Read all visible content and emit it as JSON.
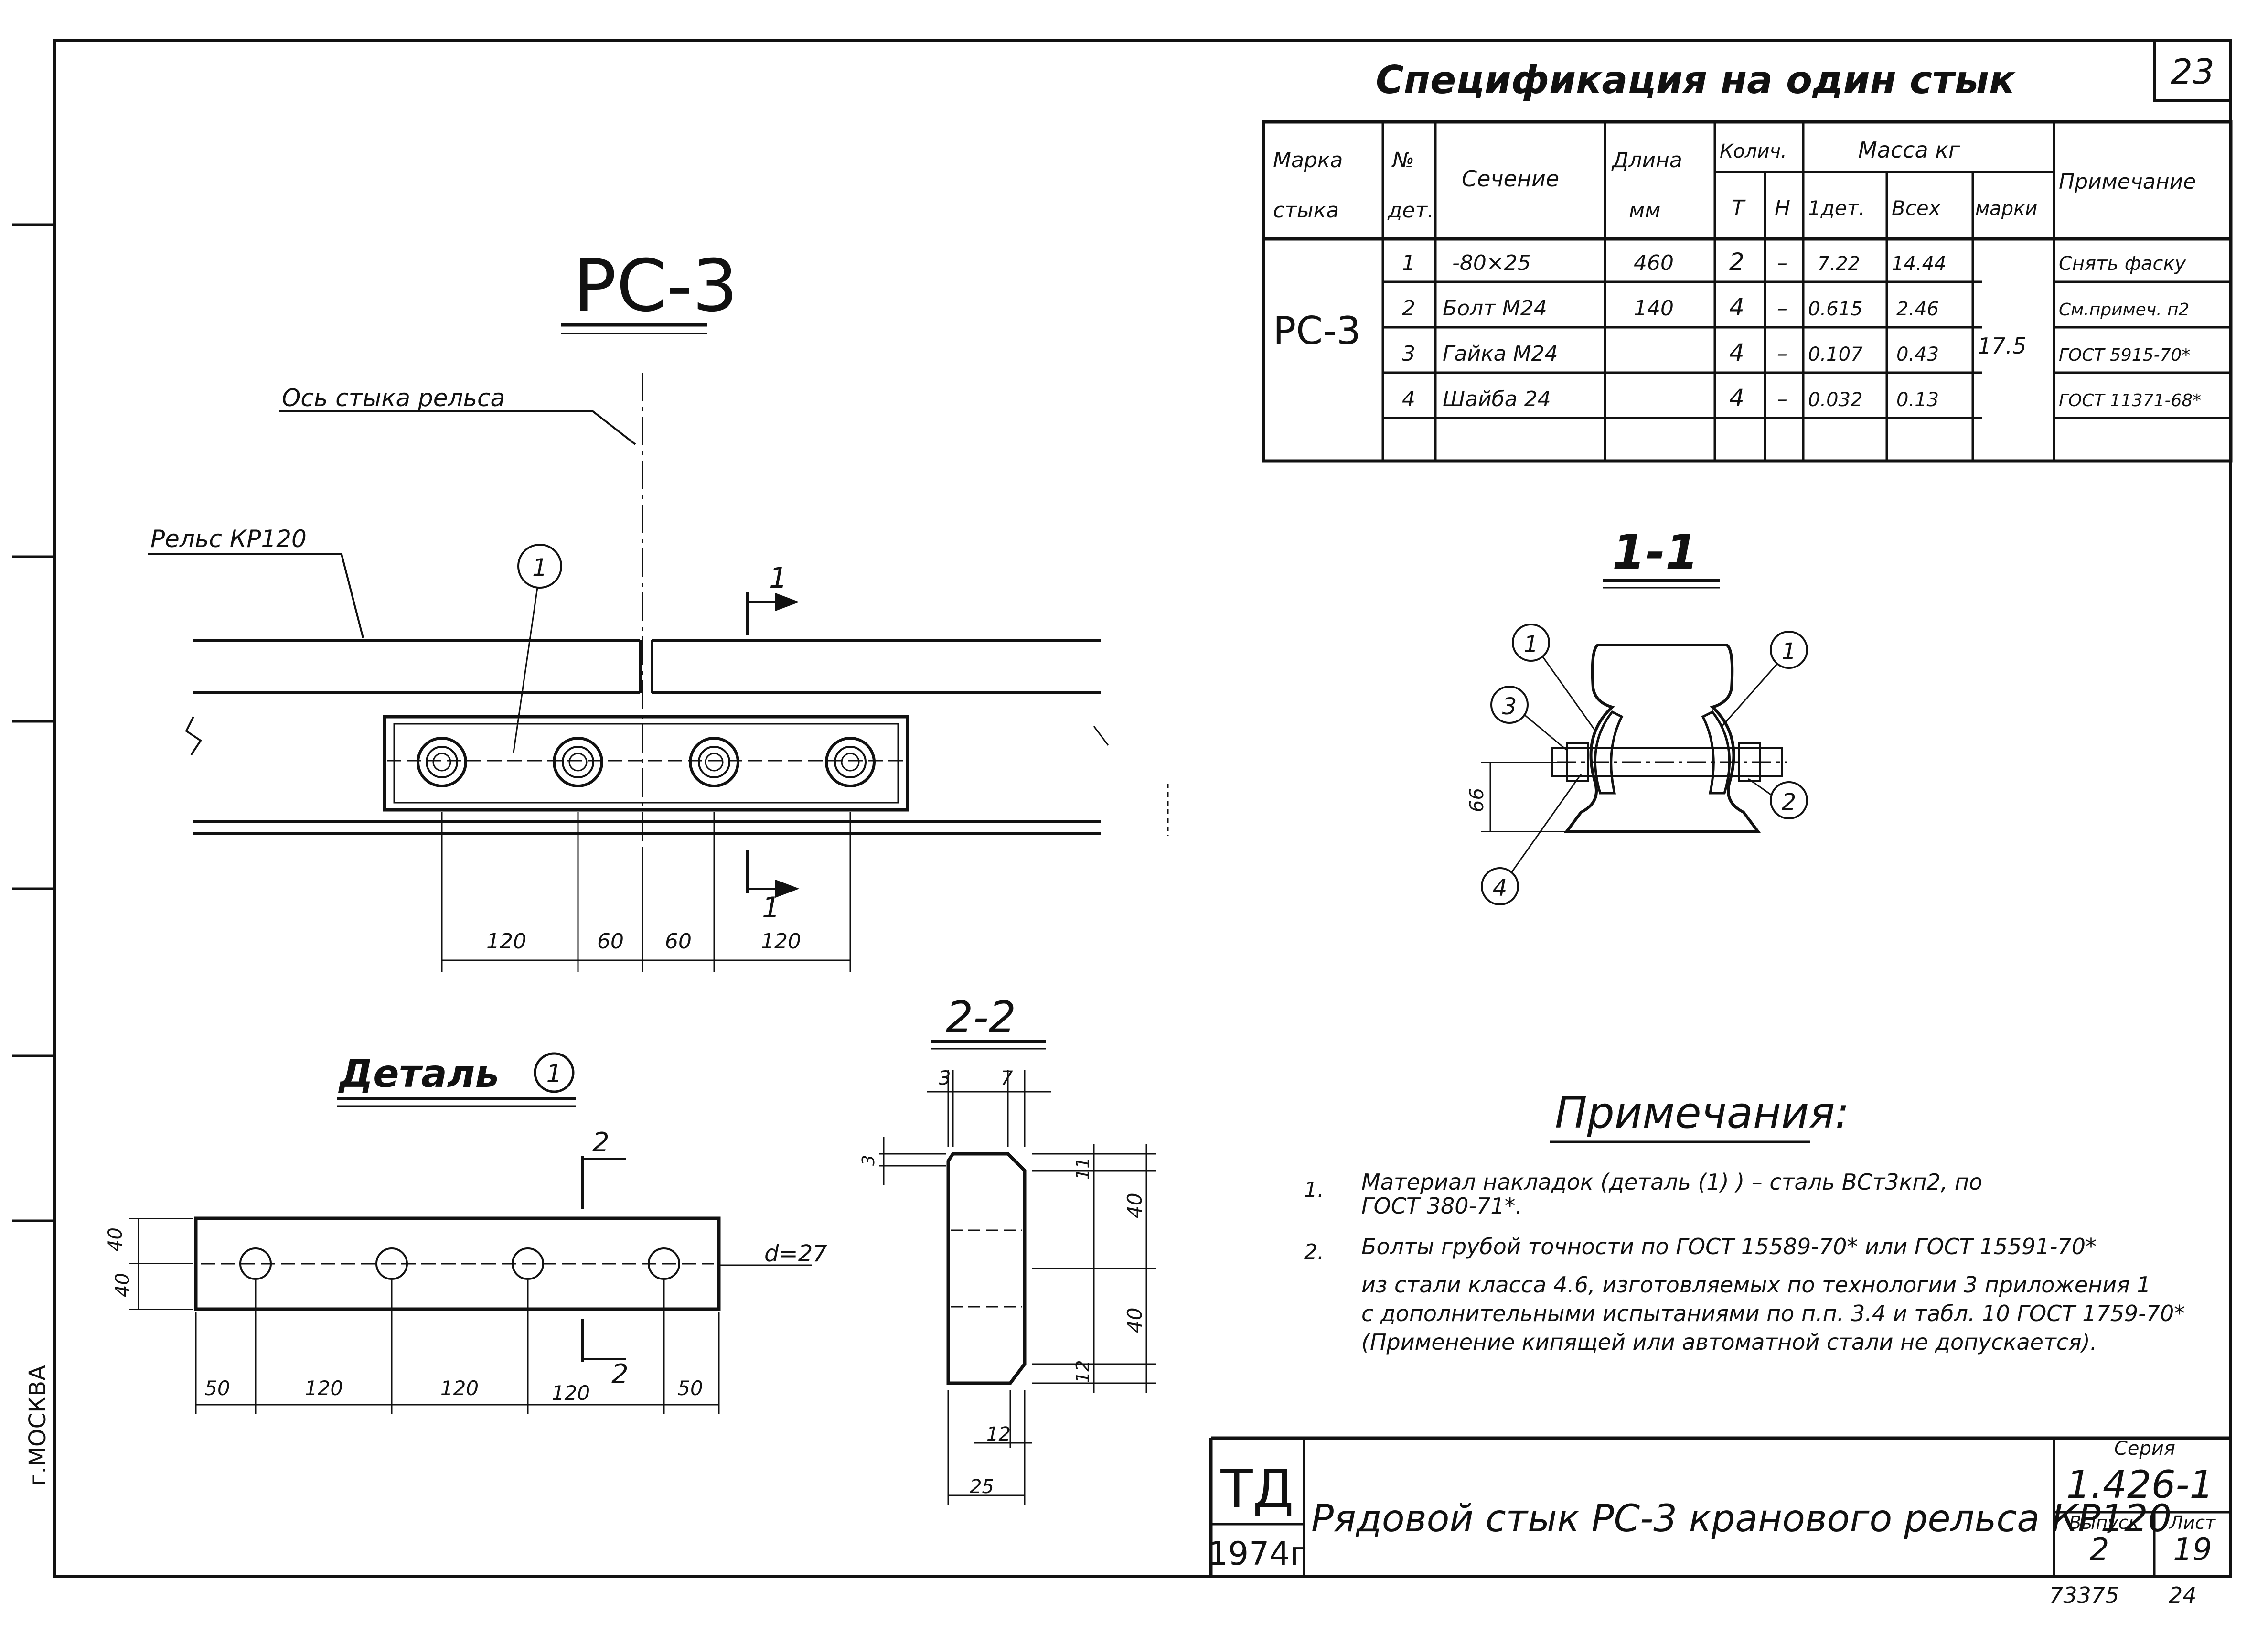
{
  "sheet_number_top": "23",
  "spec": {
    "title": "Спецификация на один стык",
    "headers": {
      "mark": [
        "Марка",
        "стыка"
      ],
      "num": [
        "№",
        "дет."
      ],
      "section": "Сечение",
      "length": [
        "Длина",
        "мм"
      ],
      "qty": "Колич.",
      "qty_t": "Т",
      "qty_n": "Н",
      "mass": "Масса кг",
      "mass_1": "1дет.",
      "mass_all": "Всех",
      "mass_mark": "марки",
      "note": "Примечание"
    },
    "mark_value": "РС-3",
    "mark_total_mass": "17.5",
    "rows": [
      {
        "num": "1",
        "section": "-80×25",
        "length": "460",
        "t": "2",
        "n": "–",
        "m1": "7.22",
        "mall": "14.44",
        "note": "Снять фаску"
      },
      {
        "num": "2",
        "section": "Болт М24",
        "length": "140",
        "t": "4",
        "n": "–",
        "m1": "0.615",
        "mall": "2.46",
        "note": "См.примеч. п2"
      },
      {
        "num": "3",
        "section": "Гайка М24",
        "length": "",
        "t": "4",
        "n": "–",
        "m1": "0.107",
        "mall": "0.43",
        "note": "ГОСТ 5915-70*"
      },
      {
        "num": "4",
        "section": "Шайба 24",
        "length": "",
        "t": "4",
        "n": "–",
        "m1": "0.032",
        "mall": "0.13",
        "note": "ГОСТ 11371-68*"
      }
    ]
  },
  "main_view": {
    "title": "РС-3",
    "axis_label": "Ось стыка рельса",
    "rail_label": "Рельс КР120",
    "callout": "1",
    "section_mark": "1",
    "dims": [
      "120",
      "60",
      "60",
      "120"
    ]
  },
  "section_1_1": {
    "title": "1-1",
    "callouts": [
      "1",
      "1",
      "3",
      "2",
      "4"
    ],
    "dim": "66"
  },
  "detail": {
    "title": "Деталь",
    "callout": "1",
    "section_mark": "2",
    "hole_label": "d=27",
    "dims_h": [
      "50",
      "120",
      "120",
      "120",
      "50"
    ],
    "dims_v": [
      "40",
      "40"
    ]
  },
  "section_2_2": {
    "title": "2-2",
    "dims_top": [
      "3",
      "7"
    ],
    "dim_left": "3",
    "dims_right": [
      "11",
      "40",
      "40",
      "12"
    ],
    "dims_bottom": [
      "12",
      "25"
    ]
  },
  "notes": {
    "title": "Примечания:",
    "items": [
      {
        "num": "1.",
        "lines": [
          "Материал накладок (деталь (1) ) – сталь ВСт3кп2, по",
          "ГОСТ 380-71*."
        ]
      },
      {
        "num": "2.",
        "lines": [
          "Болты грубой точности по ГОСТ 15589-70* или ГОСТ 15591-70*",
          "из стали класса 4.6, изготовляемых по технологии 3 приложения 1",
          "с дополнительными испытаниями по п.п. 3.4 и табл. 10 ГОСТ 1759-70*",
          "(Применение кипящей или автоматной стали не допускается)."
        ]
      }
    ]
  },
  "stamp": {
    "org": "ТД",
    "year": "1974г",
    "title": "Рядовой стык РС-3 кранового рельса КР120",
    "series_label": "Серия",
    "series": "1.426-1",
    "issue_label": "Выпуск",
    "issue": "2",
    "sheet_label": "Лист",
    "sheet": "19"
  },
  "side_text": "г.МОСКВА",
  "bottom_numbers": [
    "73375",
    "24"
  ]
}
